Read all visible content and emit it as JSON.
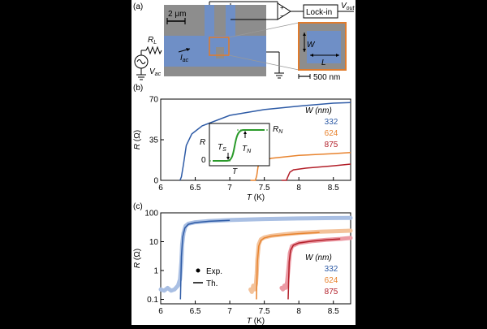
{
  "panel_a": {
    "panel_label": "(a)",
    "scalebar_top": "2 μm",
    "scalebar_inset": "500 nm",
    "lockin_label": "Lock-in",
    "v_out": "V",
    "v_out_sub": "out",
    "r_l": "R",
    "r_l_sub": "L",
    "i_ac": "I",
    "i_ac_sub": "ac",
    "v_ac": "V",
    "v_ac_sub": "ac",
    "inset_w": "W",
    "inset_l": "L",
    "amp_plus": "+",
    "amp_minus": "−",
    "colors": {
      "channel": "#6f8fc6",
      "substrate": "#8d8d8d",
      "highlight": "#e07b2c"
    }
  },
  "panel_b": {
    "panel_label": "(b)",
    "legend_title": "W (nm)",
    "inset": {
      "x_label": "T",
      "y_label": "R",
      "zero": "0",
      "ts": "T",
      "ts_sub": "S",
      "tn": "T",
      "tn_sub": "N",
      "rn": "R",
      "rn_sub": "N"
    }
  },
  "panel_c": {
    "panel_label": "(c)",
    "legend_title": "W (nm)",
    "legend_exp": "Exp.",
    "legend_th": "Th."
  },
  "chart_data": [
    {
      "type": "line",
      "panel": "b",
      "xlabel": "T (K)",
      "ylabel": "R (Ω)",
      "xlim": [
        6,
        8.75
      ],
      "ylim": [
        0,
        70
      ],
      "x_ticks": [
        6,
        6.5,
        7,
        7.5,
        8,
        8.5
      ],
      "y_ticks": [
        0,
        35,
        70
      ],
      "series": [
        {
          "name": "332",
          "color": "#2e5ba6",
          "x": [
            6.28,
            6.3,
            6.33,
            6.37,
            6.45,
            6.6,
            7.0,
            7.5,
            8.0,
            8.5,
            8.75
          ],
          "y": [
            0,
            3,
            14,
            30,
            40,
            47,
            56,
            61,
            64,
            66.5,
            67
          ]
        },
        {
          "name": "624",
          "color": "#e8832e",
          "x": [
            7.3,
            7.37,
            7.39,
            7.41,
            7.45,
            7.6,
            8.0,
            8.5,
            8.75
          ],
          "y": [
            0,
            0,
            4,
            12,
            16,
            19,
            21.5,
            23,
            24
          ]
        },
        {
          "name": "875",
          "color": "#b21e28",
          "x": [
            7.75,
            7.82,
            7.84,
            7.87,
            7.92,
            8.1,
            8.5,
            8.75
          ],
          "y": [
            0,
            0,
            3,
            7,
            9,
            10.5,
            12.5,
            14
          ]
        }
      ]
    },
    {
      "type": "scatter",
      "panel": "c",
      "xlabel": "T (K)",
      "ylabel": "R (Ω)",
      "xlim": [
        6,
        8.75
      ],
      "ylim": [
        0.07,
        100
      ],
      "y_scale": "log",
      "x_ticks": [
        6,
        6.5,
        7,
        7.5,
        8,
        8.5
      ],
      "y_ticks": [
        0.1,
        1,
        10,
        100
      ],
      "series": [
        {
          "name": "332",
          "color": "#2e5ba6",
          "light_color": "#a9bfe3",
          "exp": {
            "x": [
              6.0,
              6.05,
              6.1,
              6.15,
              6.2,
              6.25,
              6.28,
              6.3,
              6.31,
              6.33,
              6.36,
              6.4,
              6.5,
              6.7,
              7.0,
              7.5,
              8.0,
              8.5,
              8.75
            ],
            "y": [
              0.22,
              0.2,
              0.25,
              0.2,
              0.22,
              0.3,
              0.5,
              2,
              8,
              20,
              35,
              42,
              47,
              52,
              56,
              61,
              64,
              66,
              67
            ]
          },
          "th": {
            "x": [
              6.285,
              6.3,
              6.32,
              6.35,
              6.4,
              6.5,
              6.7,
              7.0
            ],
            "y": [
              0.1,
              3,
              15,
              30,
              40,
              46,
              51,
              55
            ]
          }
        },
        {
          "name": "624",
          "color": "#e8832e",
          "light_color": "#f3c29a",
          "exp": {
            "x": [
              7.3,
              7.32,
              7.34,
              7.36,
              7.38,
              7.39,
              7.4,
              7.42,
              7.45,
              7.5,
              7.6,
              7.8,
              8.0,
              8.3,
              8.5,
              8.75
            ],
            "y": [
              0.22,
              0.18,
              0.3,
              0.22,
              0.35,
              0.8,
              2.5,
              8,
              12,
              14,
              16,
              18,
              20,
              22,
              23,
              24
            ]
          },
          "th": {
            "x": [
              7.385,
              7.4,
              7.42,
              7.45,
              7.5,
              7.6,
              7.8,
              8.0,
              8.3
            ],
            "y": [
              0.1,
              2,
              7,
              11,
              13.5,
              15.5,
              17.5,
              19,
              21
            ]
          }
        },
        {
          "name": "875",
          "color": "#b21e28",
          "light_color": "#ec9aa4",
          "exp": {
            "x": [
              7.75,
              7.77,
              7.79,
              7.81,
              7.83,
              7.85,
              7.87,
              7.9,
              8.0,
              8.2,
              8.4,
              8.6,
              8.75
            ],
            "y": [
              0.25,
              0.22,
              0.3,
              0.25,
              0.4,
              1.2,
              4,
              7,
              9,
              10.5,
              11.5,
              12.5,
              13.5
            ]
          },
          "th": {
            "x": [
              7.845,
              7.86,
              7.88,
              7.92,
              8.0,
              8.2,
              8.4,
              8.6
            ],
            "y": [
              0.1,
              2,
              5,
              7.5,
              9,
              10.5,
              11.5,
              12.5
            ]
          }
        }
      ]
    }
  ]
}
